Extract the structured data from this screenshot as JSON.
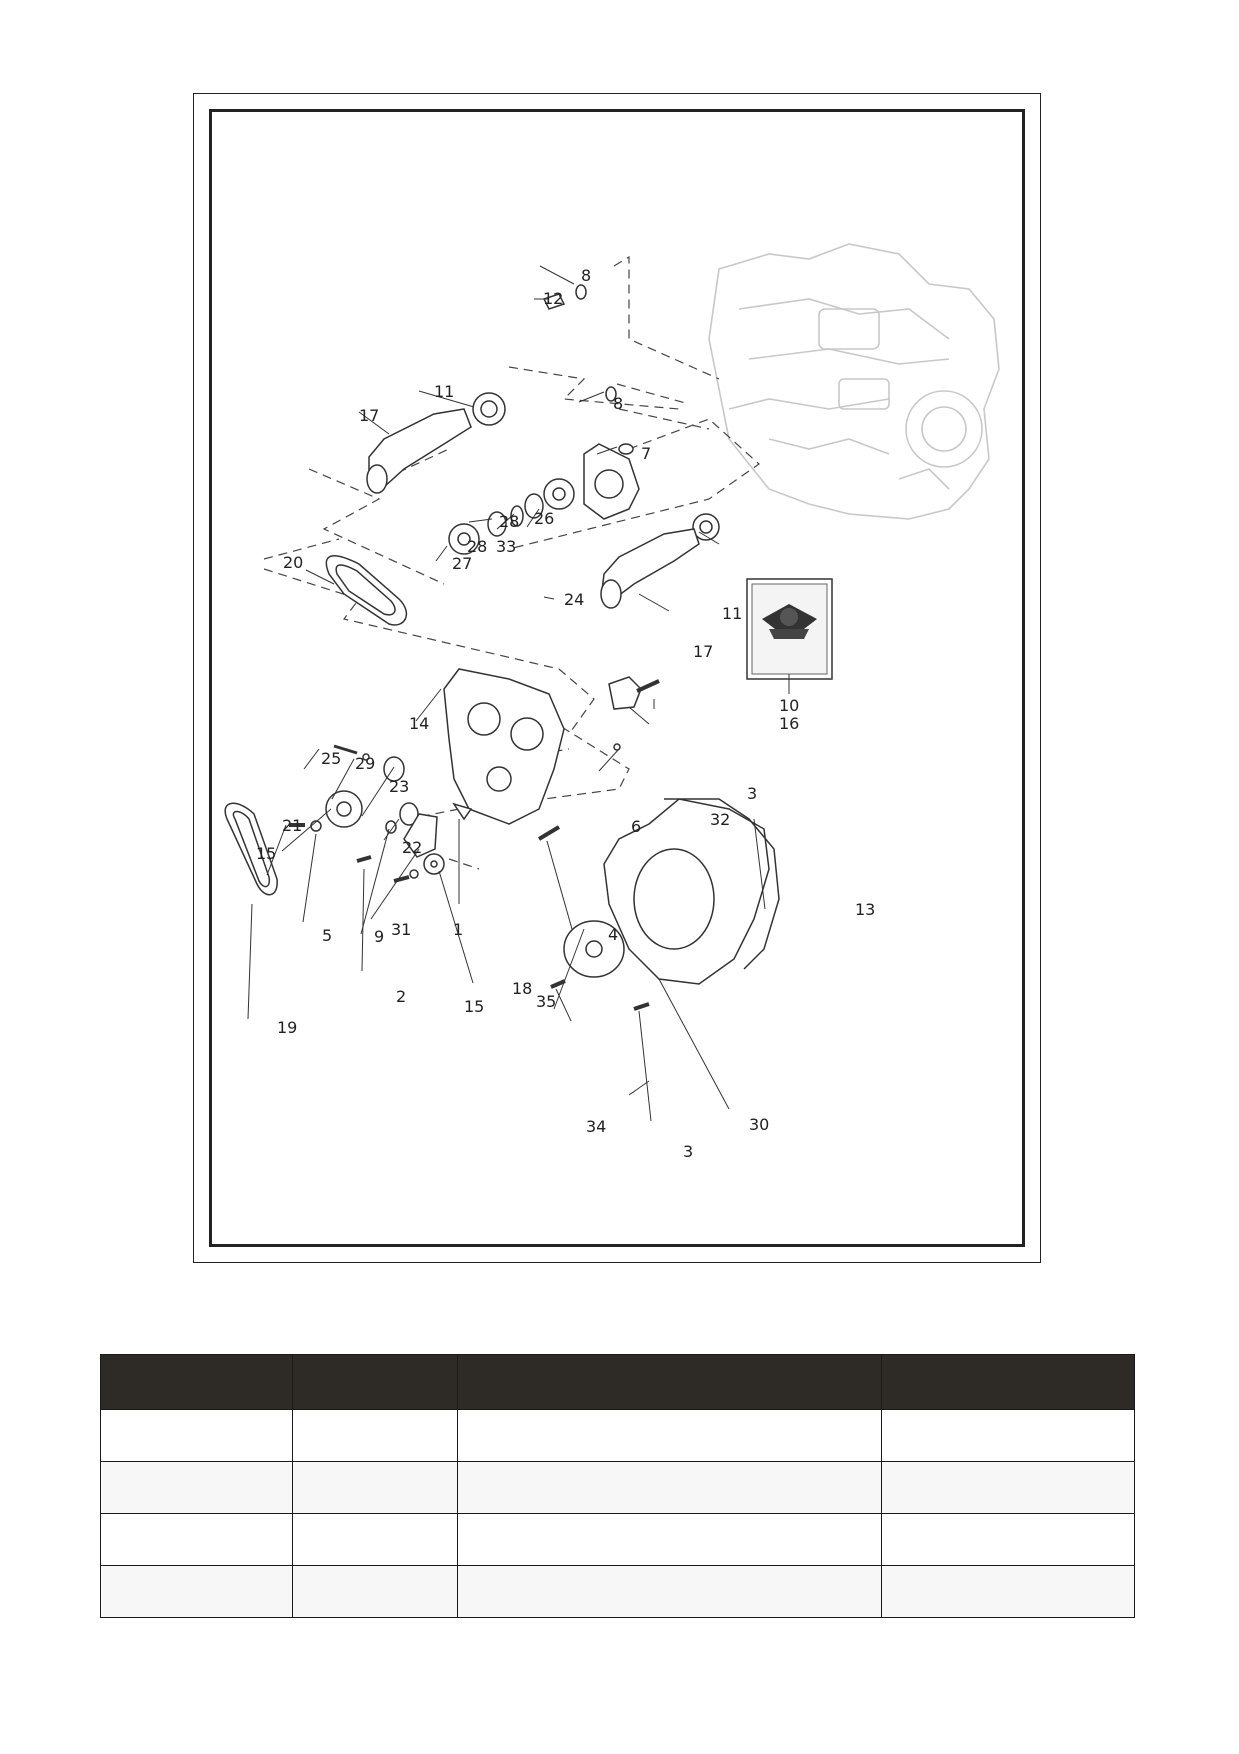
{
  "diagram": {
    "callouts": [
      "8",
      "12",
      "11",
      "17",
      "8",
      "7",
      "28",
      "26",
      "28",
      "33",
      "27",
      "20",
      "24",
      "11",
      "17",
      "10",
      "16",
      "14",
      "25",
      "29",
      "23",
      "3",
      "32",
      "6",
      "21",
      "22",
      "15",
      "5",
      "9",
      "31",
      "1",
      "4",
      "13",
      "2",
      "18",
      "15",
      "19",
      "35",
      "34",
      "30",
      "3"
    ],
    "manual_badge": "genuine-motor-parts-manual-icon"
  },
  "parts_table": {
    "headers": [
      "",
      "",
      "",
      ""
    ],
    "rows": [
      [
        "",
        "",
        "",
        ""
      ],
      [
        "",
        "",
        "",
        ""
      ],
      [
        "",
        "",
        "",
        ""
      ],
      [
        "",
        "",
        "",
        ""
      ]
    ]
  }
}
